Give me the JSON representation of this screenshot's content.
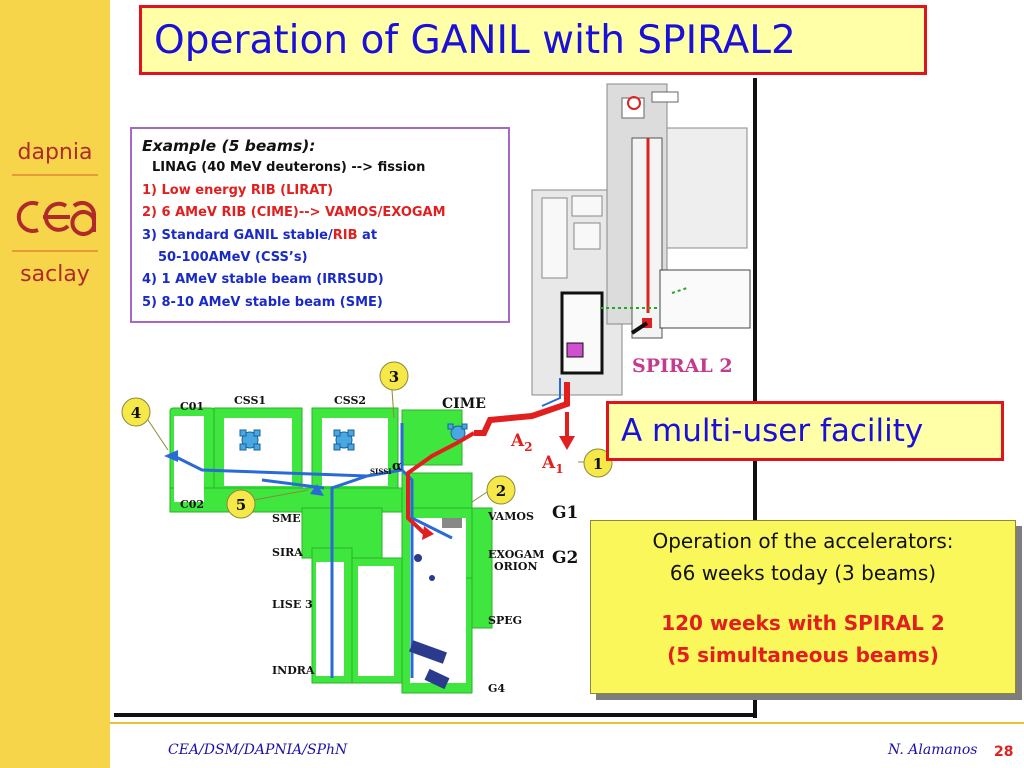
{
  "sidebar": {
    "logo_top": "dapnia",
    "logo_mid": "cea",
    "logo_bottom": "saclay"
  },
  "title": "Operation of GANIL with SPIRAL2",
  "example": {
    "heading": "Example  (5 beams):",
    "line1": "LINAG (40 MeV deuterons) --> fission",
    "line2": "1) Low energy RIB (LIRAT)",
    "line3": "2) 6 AMeV RIB (CIME)--> VAMOS/EXOGAM",
    "line4a": "3) Standard GANIL stable/",
    "line4b": "RIB",
    "line4c": " at",
    "line5": "50-100AMeV (CSS’s)",
    "line6": "4) 1 AMeV stable beam (IRRSUD)",
    "line7": "5) 8-10 AMeV stable beam (SME)"
  },
  "diagram": {
    "spiral2_label": "SPIRAL 2",
    "cime": "CIME",
    "css1": "CSS1",
    "css2": "CSS2",
    "c01": "C01",
    "c02": "C02",
    "sme": "SME",
    "sira": "SIRA",
    "lise3": "LISE 3",
    "indra": "INDRA",
    "vamos": "VAMOS",
    "exogam": "EXOGAM",
    "orion": "ORION",
    "speg": "SPEG",
    "g1": "G1",
    "g2": "G2",
    "g4": "G4",
    "a2": "A",
    "a2_sub": "2",
    "a1": "A",
    "a1_sub": "1",
    "alpha": "α",
    "sissi": "SISSI",
    "markers": [
      "1",
      "2",
      "3",
      "4",
      "5"
    ]
  },
  "multi_user": "A multi-user facility",
  "operations": {
    "line1": "Operation of the accelerators:",
    "line2": "66 weeks today (3 beams)",
    "line3": "120 weeks with SPIRAL 2",
    "line4": "(5 simultaneous beams)"
  },
  "footer": {
    "left": "CEA/DSM/DAPNIA/SPhN",
    "right": "N. Alamanos",
    "page": "28"
  },
  "colors": {
    "sidebar": "#f7d54a",
    "title_text": "#1a10d8",
    "title_border": "#e0141e",
    "box_fill": "#ffffa8",
    "ops_fill": "#faf75a",
    "accel_green": "#3ee63e",
    "beam_red": "#e11f1f",
    "beam_blue": "#2a6ad8"
  }
}
